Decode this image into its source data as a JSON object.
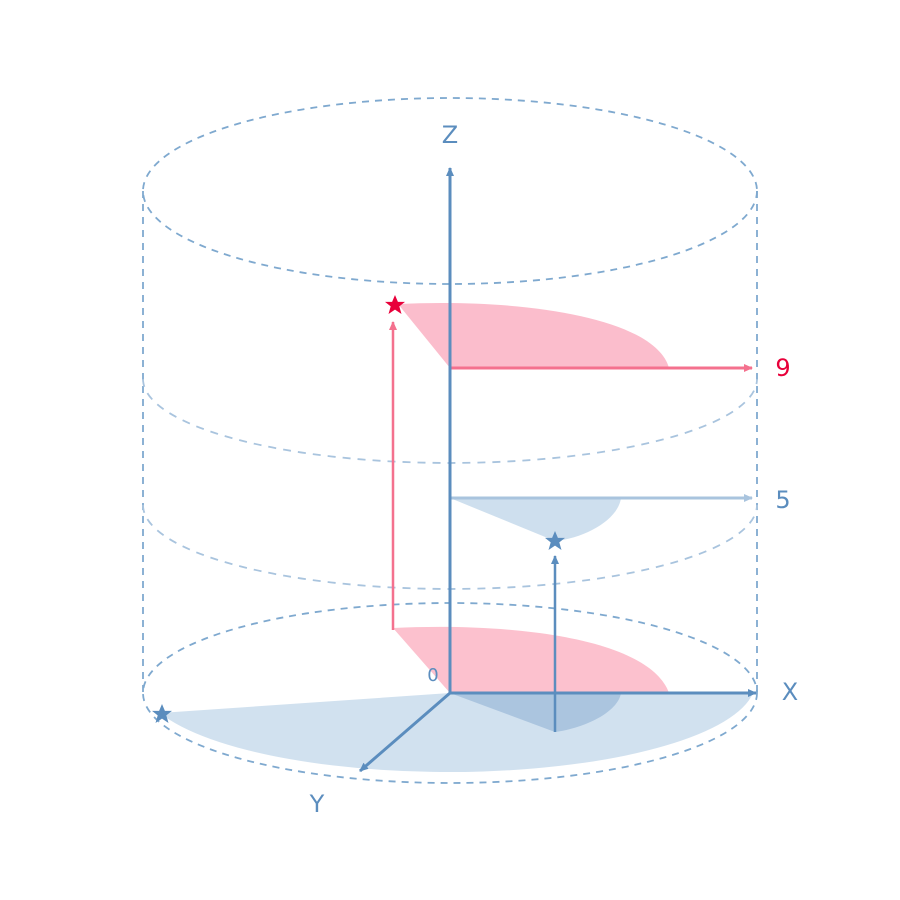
{
  "axes": {
    "x_label": "X",
    "y_label": "Y",
    "z_label": "Z",
    "origin_label": "0"
  },
  "levels": {
    "high_value": "9",
    "mid_value": "5"
  },
  "colors": {
    "axis_blue": "#5B8DBE",
    "dashed_blue": "#7FA9CF",
    "light_blue_fill": "#C9DCEC",
    "light_blue_arrow": "#A9C4DE",
    "red": "#E8003A",
    "pink_line": "#F4718E",
    "pink_fill": "#FBB6C6"
  },
  "icons": {
    "red_star": "star-icon",
    "blue_star": "star-icon"
  }
}
